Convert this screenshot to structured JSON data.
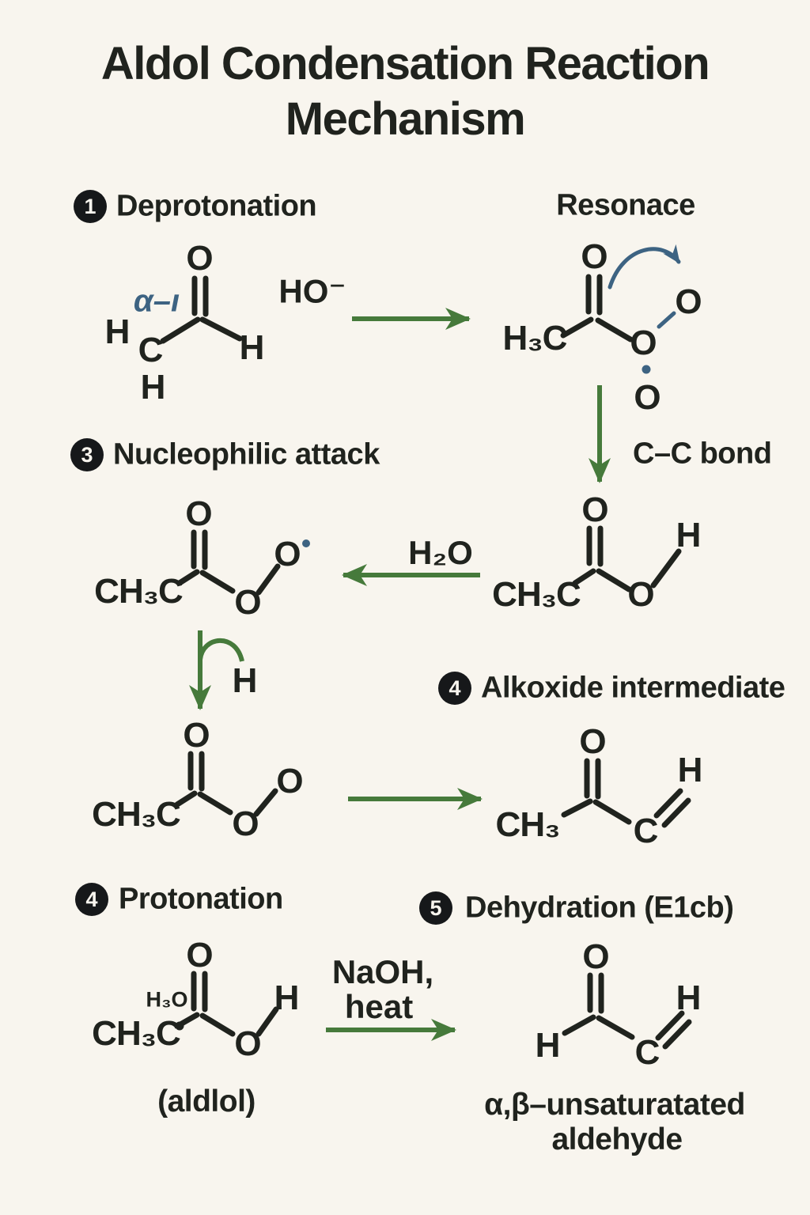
{
  "title": "Aldol Condensation Reaction Mechanism",
  "colors": {
    "background": "#f8f5ee",
    "ink": "#20231e",
    "arrow_green": "#467a3b",
    "accent_blue": "#3d6382",
    "badge_black": "#16181a"
  },
  "steps": {
    "deprotonation": {
      "badge": "1",
      "label": "Deprotonation"
    },
    "resonance": {
      "label": "Resonace"
    },
    "nucleophilic": {
      "badge": "3",
      "label": "Nucleophilic attack"
    },
    "cc_bond": {
      "label": "C–C bond"
    },
    "alkoxide": {
      "badge": "4",
      "label": "Alkoxide intermediate"
    },
    "protonation": {
      "badge": "4",
      "label": "Protonation"
    },
    "dehydration": {
      "badge": "5",
      "label": "Dehydration (E1cb)"
    }
  },
  "reagents": {
    "hydroxide": "HO⁻",
    "water": "H₂O",
    "naoh_line1": "NaOH,",
    "naoh_line2": "heat",
    "proton": "H"
  },
  "captions": {
    "alpha_label": "α–ı",
    "aldol": "(aldlol)",
    "product_line1": "α,β–unsaturatated",
    "product_line2": "aldehyde"
  },
  "molecules": {
    "acetaldehyde": {
      "o": "O",
      "c": "C",
      "h_left": "H",
      "h_right": "H",
      "h_bottom": "H"
    },
    "enolate_resonance": {
      "o_top": "O",
      "h3c": "H₃C",
      "o_mid": "O",
      "o_upper": "O",
      "o_lower": "O"
    },
    "adduct": {
      "o_top": "O",
      "ch3c": "CH₃C",
      "o": "O",
      "h": "H"
    },
    "enolate": {
      "o_top": "O",
      "ch3c": "CH₃C",
      "o_mid": "O",
      "o_upper": "O"
    },
    "peroxide_adduct": {
      "o_top": "O",
      "ch3c": "CH₃C",
      "o_mid": "O",
      "o_upper": "O"
    },
    "enone": {
      "o": "O",
      "ch3": "CH₃",
      "c": "C",
      "h": "H"
    },
    "aldol": {
      "o_top": "O",
      "h3o": "H₃O",
      "ch3c": "CH₃C",
      "o": "O",
      "h": "H"
    },
    "acrolein": {
      "o": "O",
      "h_left": "H",
      "c": "C",
      "h_right": "H"
    }
  }
}
